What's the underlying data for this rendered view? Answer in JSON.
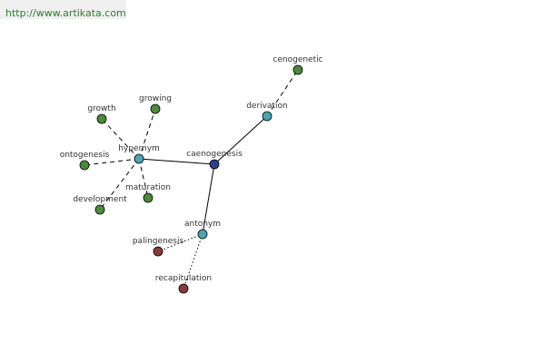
{
  "url": "http://www.artikata.com",
  "colors": {
    "root": "#2e3f8f",
    "relation": "#4aa6b0",
    "term": "#4c8a3c",
    "antonym_term": "#8a3a3a"
  },
  "nodes": [
    {
      "id": "caenogenesis",
      "label": "caenogenesis",
      "kind": "root"
    },
    {
      "id": "hypernym",
      "label": "hypernym",
      "kind": "relation"
    },
    {
      "id": "derivation",
      "label": "derivation",
      "kind": "relation"
    },
    {
      "id": "antonym",
      "label": "antonym",
      "kind": "relation"
    },
    {
      "id": "cenogenetic",
      "label": "cenogenetic",
      "kind": "term"
    },
    {
      "id": "growth",
      "label": "growth",
      "kind": "term"
    },
    {
      "id": "growing",
      "label": "growing",
      "kind": "term"
    },
    {
      "id": "ontogenesis",
      "label": "ontogenesis",
      "kind": "term"
    },
    {
      "id": "development",
      "label": "development",
      "kind": "term"
    },
    {
      "id": "maturation",
      "label": "maturation",
      "kind": "term"
    },
    {
      "id": "palingenesis",
      "label": "palingenesis",
      "kind": "antonym_term"
    },
    {
      "id": "recapitulation",
      "label": "recapitulation",
      "kind": "antonym_term"
    }
  ],
  "edges": [
    {
      "from": "caenogenesis",
      "to": "hypernym",
      "style": "solid"
    },
    {
      "from": "caenogenesis",
      "to": "derivation",
      "style": "solid"
    },
    {
      "from": "caenogenesis",
      "to": "antonym",
      "style": "solid"
    },
    {
      "from": "derivation",
      "to": "cenogenetic",
      "style": "dashed"
    },
    {
      "from": "hypernym",
      "to": "growth",
      "style": "dashed"
    },
    {
      "from": "hypernym",
      "to": "growing",
      "style": "dashed"
    },
    {
      "from": "hypernym",
      "to": "ontogenesis",
      "style": "dashed"
    },
    {
      "from": "hypernym",
      "to": "development",
      "style": "dashed"
    },
    {
      "from": "hypernym",
      "to": "maturation",
      "style": "dashed"
    },
    {
      "from": "antonym",
      "to": "palingenesis",
      "style": "dotted"
    },
    {
      "from": "antonym",
      "to": "recapitulation",
      "style": "dotted"
    }
  ]
}
